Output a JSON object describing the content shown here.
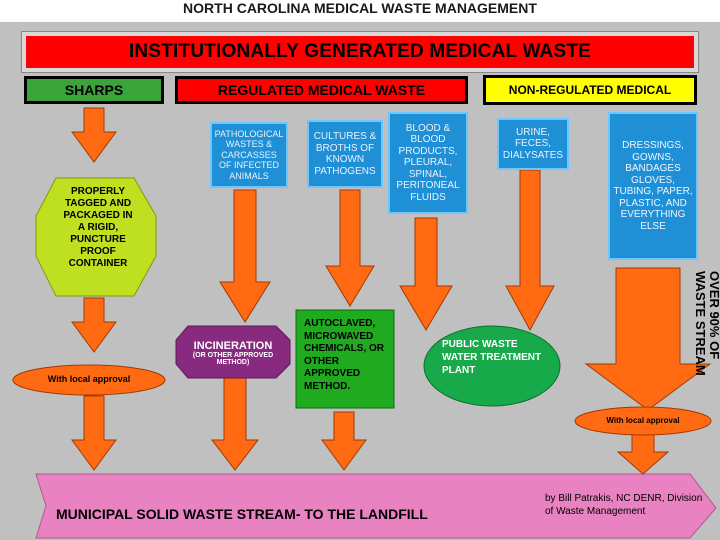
{
  "header": {
    "title": "NORTH CAROLINA MEDICAL WASTE MANAGEMENT"
  },
  "main_title": "INSTITUTIONALLY GENERATED MEDICAL WASTE",
  "categories": {
    "sharps": "SHARPS",
    "regulated": "REGULATED MEDICAL WASTE",
    "non_regulated": "NON-REGULATED MEDICAL"
  },
  "regulated_types": {
    "pathological": "PATHOLOGICAL WASTES & CARCASSES OF INFECTED ANIMALS",
    "cultures": "CULTURES & BROTHS OF KNOWN PATHOGENS",
    "blood": "BLOOD & BLOOD PRODUCTS, PLEURAL, SPINAL, PERITONEAL FLUIDS",
    "urine": "URINE, FECES, DIALYSATES"
  },
  "non_regulated_items": "DRESSINGS, GOWNS, BANDAGES GLOVES, TUBING, PAPER, PLASTIC, AND EVERYTHING ELSE",
  "sharps_container": "PROPERLY TAGGED AND PACKAGED IN A RIGID, PUNCTURE PROOF CONTAINER",
  "incineration": {
    "title": "INCINERATION",
    "sub": "(OR OTHER APPROVED METHOD)"
  },
  "autoclave": "AUTOCLAVED, MICROWAVED CHEMICALS, OR OTHER APPROVED METHOD.",
  "public_plant": "PUBLIC WASTE WATER TREATMENT PLANT",
  "over_90": "OVER 90% OF WASTE STREAM",
  "with_local_approval_left": "With local approval",
  "with_local_approval_right": "With local approval",
  "landfill": "MUNICIPAL SOLID WASTE STREAM- TO THE LANDFILL",
  "credit": "by Bill Patrakis, NC DENR, Division of Waste Management",
  "colors": {
    "background": "#c0c0c0",
    "red": "#ff0000",
    "green": "#3aa33a",
    "yellow": "#ffff00",
    "blue": "#1f8fd6",
    "orange": "#ff6a13",
    "pink": "#e882c0",
    "lime": "#bfe020"
  }
}
